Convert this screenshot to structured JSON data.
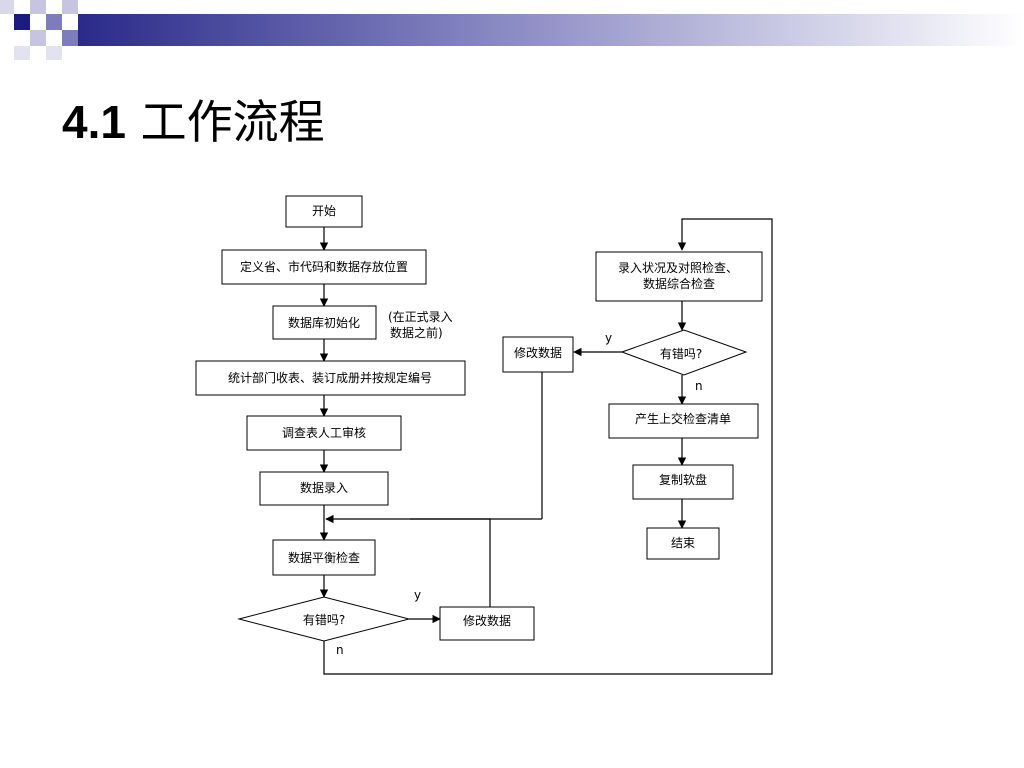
{
  "slide": {
    "title_number": "4.1",
    "title_text": "工作流程"
  },
  "flow_left": {
    "start": "开始",
    "define": "定义省、市代码和数据存放位置",
    "init_db": "数据库初始化",
    "init_note_line1": "(在正式录入",
    "init_note_line2": "数据之前)",
    "collect": "统计部门收表、装订成册并按规定编号",
    "review": "调查表人工审核",
    "entry": "数据录入",
    "balance_check": "数据平衡检查",
    "has_error": "有错吗?",
    "yes": "y",
    "no": "n",
    "modify": "修改数据"
  },
  "flow_right": {
    "entry_check_line1": "录入状况及对照检查、",
    "entry_check_line2": "数据综合检查",
    "has_error": "有错吗?",
    "yes": "y",
    "no": "n",
    "modify": "修改数据",
    "report": "产生上交检查清单",
    "copy_disk": "复制软盘",
    "end": "结束"
  },
  "colors": {
    "deco_dark": "#1c1c80",
    "deco_mid": "#7d7dbc",
    "deco_light": "#c5c5e0",
    "line": "#000000"
  }
}
